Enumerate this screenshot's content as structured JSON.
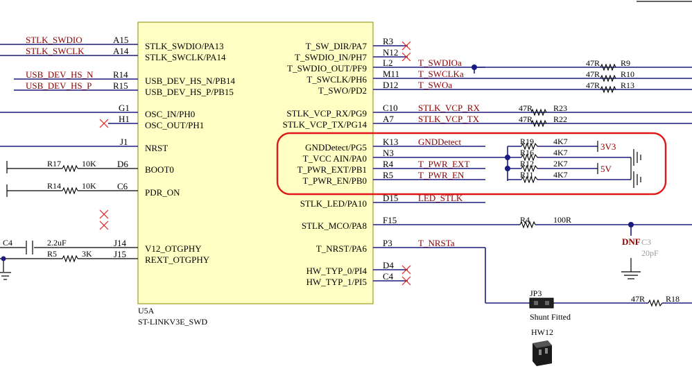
{
  "chip": {
    "designator": "U5A",
    "part": "ST-LINKV3E_SWD",
    "left_pins": [
      {
        "net": "STLK_SWDIO",
        "num": "A15",
        "name": "STLK_SWDIO/PA13"
      },
      {
        "net": "STLK_SWCLK",
        "num": "A14",
        "name": "STLK_SWCLK/PA14"
      },
      {
        "net": "USB_DEV_HS_N",
        "num": "R14",
        "name": "USB_DEV_HS_N/PB14"
      },
      {
        "net": "USB_DEV_HS_P",
        "num": "R15",
        "name": "USB_DEV_HS_P/PB15"
      },
      {
        "net": "",
        "num": "G1",
        "name": "OSC_IN/PH0"
      },
      {
        "net": "",
        "num": "H1",
        "name": "OSC_OUT/PH1"
      },
      {
        "net": "",
        "num": "J1",
        "name": "NRST"
      },
      {
        "net": "",
        "num": "D6",
        "name": "BOOT0"
      },
      {
        "net": "",
        "num": "C6",
        "name": "PDR_ON"
      },
      {
        "net": "",
        "num": "J14",
        "name": "V12_OTGPHY"
      },
      {
        "net": "",
        "num": "J15",
        "name": "REXT_OTGPHY"
      }
    ],
    "right_pins": [
      {
        "name": "T_SW_DIR/PA7",
        "num": "R3",
        "net": ""
      },
      {
        "name": "T_SWDIO_IN/PH7",
        "num": "N12",
        "net": ""
      },
      {
        "name": "T_SWDIO_OUT/PF9",
        "num": "L2",
        "net": "T_SWDIOa"
      },
      {
        "name": "T_SWCLK/PH6",
        "num": "M11",
        "net": "T_SWCLKa"
      },
      {
        "name": "T_SWO/PD2",
        "num": "D12",
        "net": "T_SWOa"
      },
      {
        "name": "STLK_VCP_RX/PG9",
        "num": "C10",
        "net": "STLK_VCP_RX"
      },
      {
        "name": "STLK_VCP_TX/PG14",
        "num": "A7",
        "net": "STLK_VCP_TX"
      },
      {
        "name": "GNDDetect/PG5",
        "num": "K13",
        "net": "GNDDetect"
      },
      {
        "name": "T_VCC AIN/PA0",
        "num": "N3",
        "net": ""
      },
      {
        "name": "T_PWR_EXT/PB1",
        "num": "R4",
        "net": "T_PWR_EXT"
      },
      {
        "name": "T_PWR_EN/PB0",
        "num": "R5",
        "net": "T_PWR_EN"
      },
      {
        "name": "STLK_LED/PA10",
        "num": "D15",
        "net": "LED_STLK"
      },
      {
        "name": "STLK_MCO/PA8",
        "num": "F15",
        "net": ""
      },
      {
        "name": "T_NRST/PA6",
        "num": "P3",
        "net": "T_NRSTa"
      },
      {
        "name": "HW_TYP_0/PI4",
        "num": "D4",
        "net": ""
      },
      {
        "name": "HW_TYP_1/PI5",
        "num": "C4",
        "net": ""
      }
    ]
  },
  "components": {
    "r17": {
      "ref": "R17",
      "val": "10K"
    },
    "r14": {
      "ref": "R14",
      "val": "10K"
    },
    "c4": {
      "ref": "C4",
      "val": "2.2uF"
    },
    "r5": {
      "ref": "R5",
      "val": "3K"
    },
    "r9": {
      "ref": "R9",
      "val": "47R"
    },
    "r10": {
      "ref": "R10",
      "val": "47R"
    },
    "r13": {
      "ref": "R13",
      "val": "47R"
    },
    "r23": {
      "ref": "R23",
      "val": "47R"
    },
    "r22": {
      "ref": "R22",
      "val": "47R"
    },
    "r19": {
      "ref": "R19",
      "val": "4K7"
    },
    "r16": {
      "ref": "R16",
      "val": "4K7"
    },
    "r12": {
      "ref": "R12",
      "val": "2K7"
    },
    "r11": {
      "ref": "R11",
      "val": "4K7"
    },
    "r4": {
      "ref": "R4",
      "val": "100R"
    },
    "r18": {
      "ref": "R18",
      "val": "47R"
    },
    "c3": {
      "ref": "C3",
      "val": "20pF",
      "dnf": "DNF"
    },
    "jp3": {
      "ref": "JP3",
      "note": "Shunt Fitted"
    },
    "hw12": {
      "ref": "HW12"
    }
  },
  "power": {
    "v3v3": "3V3",
    "v5": "5V"
  },
  "colors": {
    "wire": "#1a1a80",
    "net_label": "#8b0000",
    "chip_fill": "#ffffc4",
    "highlight": "#e01818",
    "no_connect": "#e02020"
  }
}
